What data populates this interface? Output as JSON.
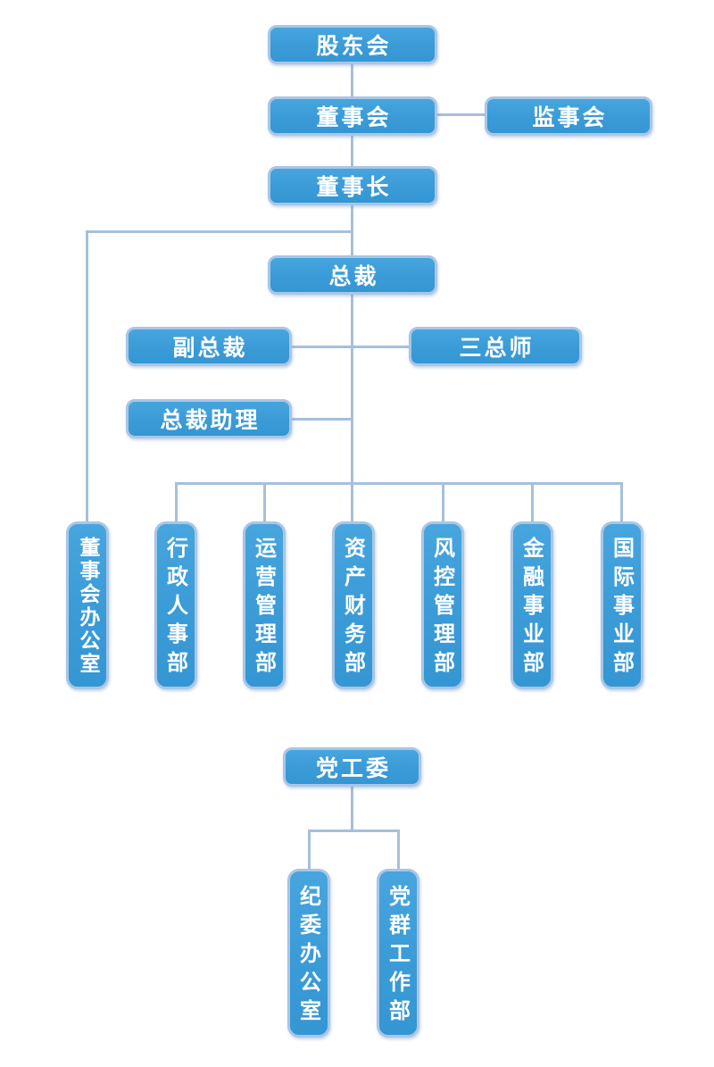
{
  "colors": {
    "box_fill": "#3A9BD7",
    "box_border": "#A9C6E6",
    "connector": "#A5C0DD",
    "text": "#FFFFFF",
    "background": "#FFFFFF"
  },
  "nodes": {
    "shareholders": "股东会",
    "board": "董事会",
    "supervisory": "监事会",
    "chairman": "董事长",
    "president": "总裁",
    "vice_president": "副总裁",
    "three_chiefs": "三总师",
    "president_assistant": "总裁助理",
    "dept_board_office": "董事会办公室",
    "dept_admin_hr": "行政人事部",
    "dept_operations": "运营管理部",
    "dept_asset_finance": "资产财务部",
    "dept_risk_control": "风控管理部",
    "dept_financial_business": "金融事业部",
    "dept_international": "国际事业部",
    "party_committee": "党工委",
    "party_discipline_office": "纪委办公室",
    "party_mass_work": "党群工作部"
  },
  "hierarchy": {
    "股东会": [
      "董事会"
    ],
    "董事会": [
      "监事会",
      "董事长"
    ],
    "董事长": [
      "总裁",
      "董事会办公室"
    ],
    "总裁": [
      "副总裁",
      "三总师",
      "总裁助理",
      "行政人事部",
      "运营管理部",
      "资产财务部",
      "风控管理部",
      "金融事业部",
      "国际事业部"
    ],
    "党工委": [
      "纪委办公室",
      "党群工作部"
    ]
  }
}
